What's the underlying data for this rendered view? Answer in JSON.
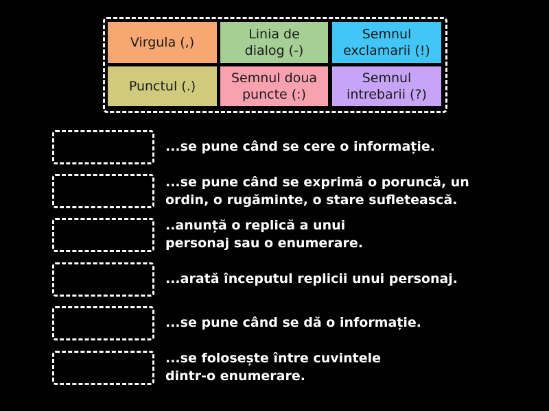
{
  "cards": [
    {
      "label": "Virgula (,)",
      "color": "#F7A872"
    },
    {
      "label": "Linia de dialog (-)",
      "color": "#A5CF94"
    },
    {
      "label": "Semnul exclamarii (!)",
      "color": "#42C6F8"
    },
    {
      "label": "Punctul (.)",
      "color": "#CFCA7C"
    },
    {
      "label": "Semnul doua puncte (:)",
      "color": "#F9A1AE"
    },
    {
      "label": "Semnul intrebarii (?)",
      "color": "#C7A4F8"
    }
  ],
  "clues": [
    {
      "line1": "...se pune când se cere o informație.",
      "line2": ""
    },
    {
      "line1": "...se pune când se exprimă o poruncă, un",
      "line2": "ordin, o rugăminte, o stare sufletească."
    },
    {
      "line1": "..anunță o replică a unui",
      "line2": "personaj sau o enumerare."
    },
    {
      "line1": "...arată începutul replicii unui personaj.",
      "line2": ""
    },
    {
      "line1": "...se pune când se dă o informație.",
      "line2": ""
    },
    {
      "line1": "...se folosește între cuvintele",
      "line2": "dintr-o enumerare."
    }
  ]
}
